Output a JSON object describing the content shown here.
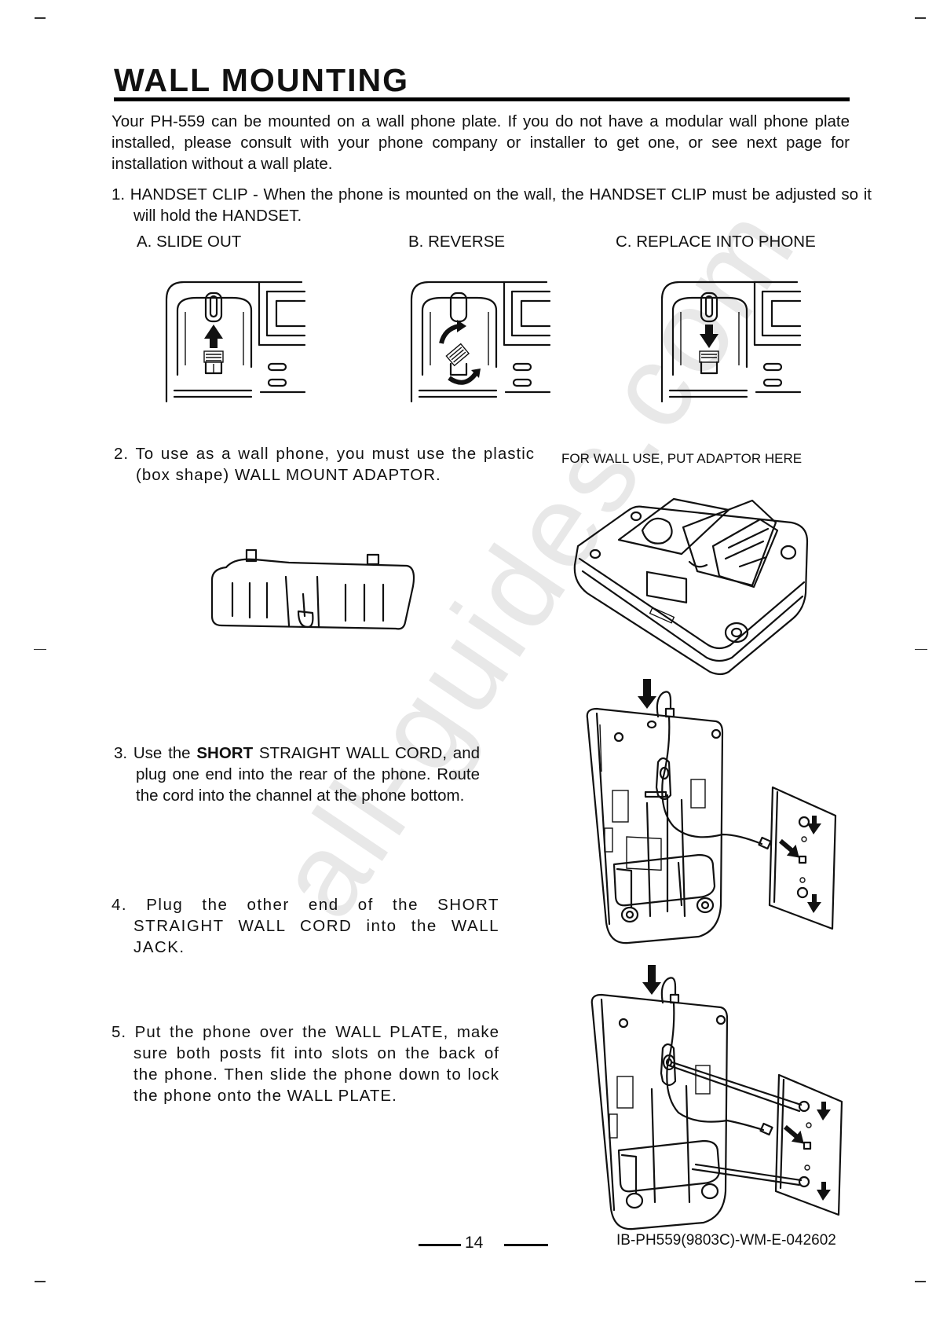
{
  "page": {
    "title": "WALL MOUNTING",
    "intro": "Your PH-559 can be mounted on a wall phone plate.  If you do not have a modular wall phone plate installed, please consult with your phone company or installer to get one, or see next page for installation without a wall plate.",
    "watermark": "all-guides.com",
    "page_number": "14",
    "document_code": "IB-PH559(9803C)-WM-E-042602"
  },
  "step1": {
    "text": "1. HANDSET CLIP - When the phone is mounted on the wall, the HANDSET CLIP must be adjusted so it will hold the HANDSET.",
    "labels": [
      "A. SLIDE OUT",
      "B. REVERSE",
      "C. REPLACE INTO PHONE"
    ]
  },
  "step2": {
    "text": "2. To use as a wall phone, you must use the plastic (box shape) WALL MOUNT ADAPTOR.",
    "figure_caption": "FOR WALL USE, PUT ADAPTOR HERE"
  },
  "step3": {
    "prefix": "3. Use the ",
    "bold": "SHORT",
    "rest": " STRAIGHT WALL CORD, and plug one end into the rear of the phone.  Route the cord into the channel at the phone bottom."
  },
  "step4": {
    "text": "4. Plug the other end of the SHORT STRAIGHT WALL CORD into the WALL JACK."
  },
  "step5": {
    "text": "5. Put the phone over the WALL PLATE, make sure both posts fit into slots on the back of the phone.  Then slide the phone down to lock the phone onto the WALL PLATE."
  },
  "icons": {
    "arrow_up": "arrow-up-icon",
    "arrow_down": "arrow-down-icon",
    "reverse": "rotate-arrows-icon"
  }
}
